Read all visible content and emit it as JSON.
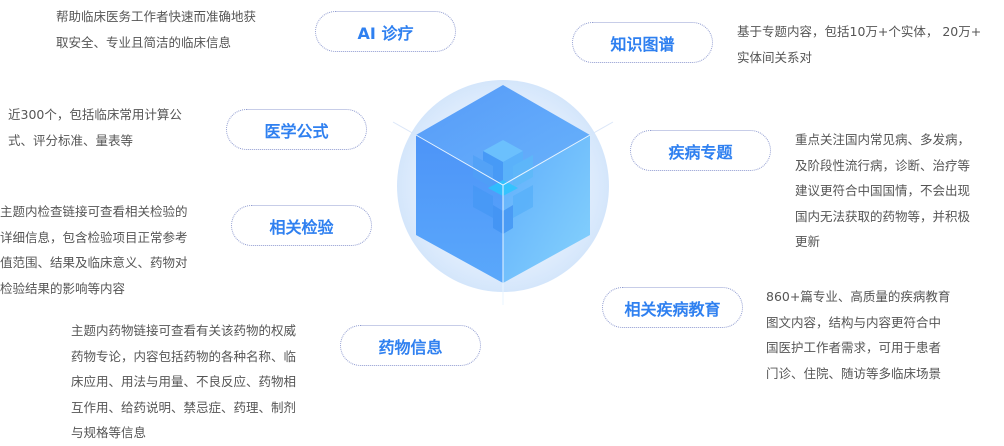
{
  "features": [
    {
      "id": "ai",
      "label": "AI 诊疗",
      "lines": [
        "帮助临床医务工作者快速而准确地获",
        "取安全、专业且简洁的临床信息"
      ]
    },
    {
      "id": "kg",
      "label": "知识图谱",
      "lines": [
        "基于专题内容，包括10万+个实体， 20万+",
        "实体间关系对"
      ]
    },
    {
      "id": "formula",
      "label": "医学公式",
      "lines": [
        "近300个，包括临床常用计算公",
        "式、评分标准、量表等"
      ]
    },
    {
      "id": "disease",
      "label": "疾病专题",
      "lines": [
        "重点关注国内常见病、多发病，",
        "及阶段性流行病，诊断、治疗等",
        "建议更符合中国国情，不会出现",
        "国内无法获取的药物等，并积极",
        "更新"
      ]
    },
    {
      "id": "lab",
      "label": "相关检验",
      "lines": [
        "主题内检查链接可查看相关检验的",
        "详细信息，包含检验项目正常参考",
        "值范围、结果及临床意义、药物对",
        "检验结果的影响等内容"
      ]
    },
    {
      "id": "edu",
      "label": "相关疾病教育",
      "lines": [
        "860+篇专业、高质量的疾病教育",
        "图文内容，结构与内容更符合中",
        "国医护工作者需求，可用于患者",
        "门诊、住院、随访等多临床场景"
      ]
    },
    {
      "id": "drug",
      "label": "药物信息",
      "lines": [
        "主题内药物链接可查看有关该药物的权威",
        "药物专论，内容包括药物的各种名称、临",
        "床应用、用法与用量、不良反应、药物相",
        "互作用、给药说明、禁忌症、药理、制剂",
        "与规格等信息"
      ]
    }
  ],
  "colors": {
    "accent": "#2f80f0",
    "text": "#555555"
  }
}
